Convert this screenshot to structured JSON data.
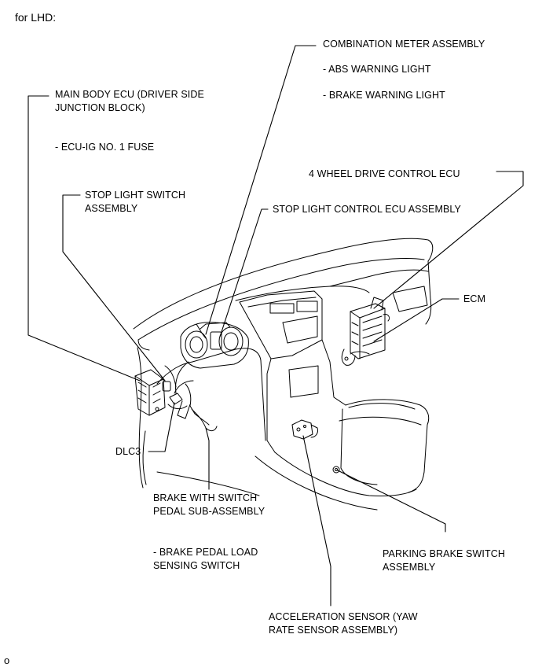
{
  "title": "for LHD:",
  "figure_code": "o",
  "labels": {
    "combination_meter": {
      "name": "COMBINATION METER ASSEMBLY",
      "items": [
        "- ABS WARNING LIGHT",
        "- BRAKE WARNING LIGHT"
      ]
    },
    "main_body_ecu": {
      "lines": [
        "MAIN BODY ECU (DRIVER SIDE",
        "JUNCTION BLOCK)"
      ],
      "items": [
        "- ECU-IG NO. 1 FUSE"
      ]
    },
    "four_wd_ecu": {
      "name": "4 WHEEL DRIVE CONTROL ECU"
    },
    "stop_light_switch": {
      "lines": [
        "STOP LIGHT SWITCH",
        "ASSEMBLY"
      ]
    },
    "stop_light_control_ecu": {
      "name": "STOP LIGHT CONTROL ECU ASSEMBLY"
    },
    "ecm": {
      "name": "ECM"
    },
    "dlc3": {
      "name": "DLC3"
    },
    "brake_pedal": {
      "lines": [
        "BRAKE WITH SWITCH",
        "PEDAL SUB-ASSEMBLY"
      ],
      "items": [
        "- BRAKE PEDAL LOAD",
        "SENSING SWITCH"
      ]
    },
    "parking_brake": {
      "lines": [
        "PARKING BRAKE SWITCH",
        "ASSEMBLY"
      ]
    },
    "acceleration_sensor": {
      "lines": [
        "ACCELERATION SENSOR (YAW",
        "RATE SENSOR ASSEMBLY)"
      ]
    }
  }
}
